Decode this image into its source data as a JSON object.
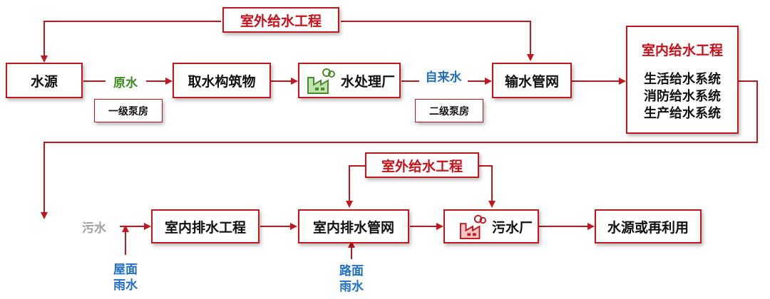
{
  "top": {
    "outdoor_supply": "室外给水工程",
    "water_source": "水源",
    "raw_water": "原水",
    "pump_1": "一级泵房",
    "intake": "取水构筑物",
    "treatment_plant": "水处理厂",
    "tap_water": "自来水",
    "pump_2": "二级泵房",
    "pipe_network": "输水管网",
    "indoor_supply": {
      "title": "室内给水工程",
      "items": [
        "生活给水系统",
        "消防给水系统",
        "生产给水系统"
      ]
    }
  },
  "bottom": {
    "outdoor_supply": "室外给水工程",
    "sewage": "污水",
    "indoor_drainage": "室内排水工程",
    "indoor_drain_pipe": "室内排水管网",
    "sewage_plant": "污水厂",
    "reuse": "水源或再利用",
    "roof_rain": [
      "屋面",
      "雨水"
    ],
    "road_rain": [
      "路面",
      "雨水"
    ]
  },
  "colors": {
    "accent_red": "#c0161c",
    "green": "#3d8a1e",
    "blue": "#1f6fc4",
    "grey": "#a0a0a0"
  }
}
